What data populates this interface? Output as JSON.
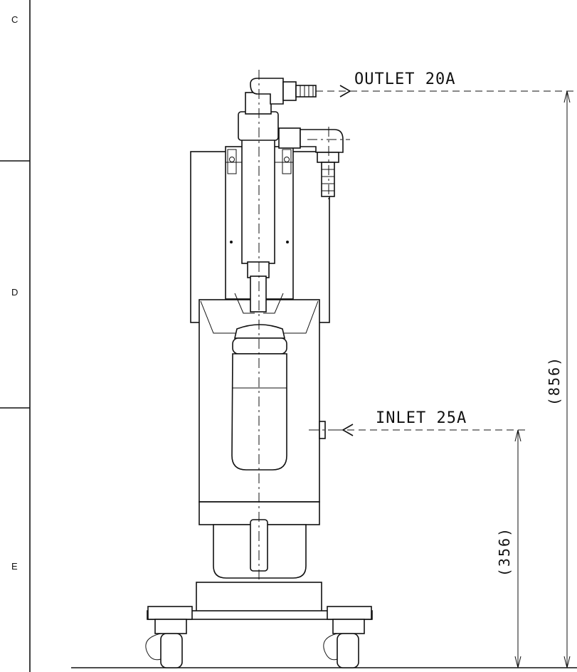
{
  "zone_labels": {
    "c": "C",
    "d": "D",
    "e": "E"
  },
  "callouts": {
    "outlet": "OUTLET 20A",
    "inlet": "INLET 25A"
  },
  "dimensions": {
    "overall_height": "(856)",
    "inlet_height": "(356)"
  }
}
